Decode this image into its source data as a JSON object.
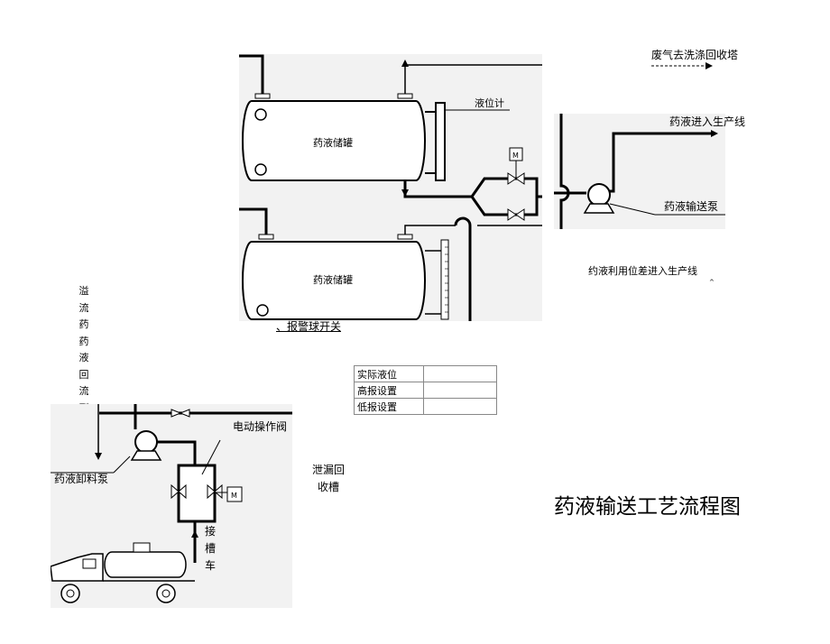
{
  "diagram_title": "药液输送工艺流程图",
  "labels": {
    "exhaust": "废气去洗涤回收塔",
    "to_production": "药液进入生产线",
    "pump_main": "药液输送泵",
    "gravity_note": "约液利用位差进入生产线",
    "gravity_mark": "^",
    "tank_upper": "药液储罐",
    "tank_lower": "药液储罐",
    "level_gauge": "液位计",
    "alarm_switch": "、报警球开关",
    "motor_m": "M",
    "overflow_return": "溢流药药液回流到槽车",
    "unload_pump": "药液卸料泵",
    "electric_valve": "电动操作阀",
    "receive_truck": "接槽车",
    "leak_return": "泄漏回收槽"
  },
  "level_table": [
    {
      "label": "实际液位",
      "value": ""
    },
    {
      "label": "高报设置",
      "value": ""
    },
    {
      "label": "低报设置",
      "value": ""
    }
  ]
}
